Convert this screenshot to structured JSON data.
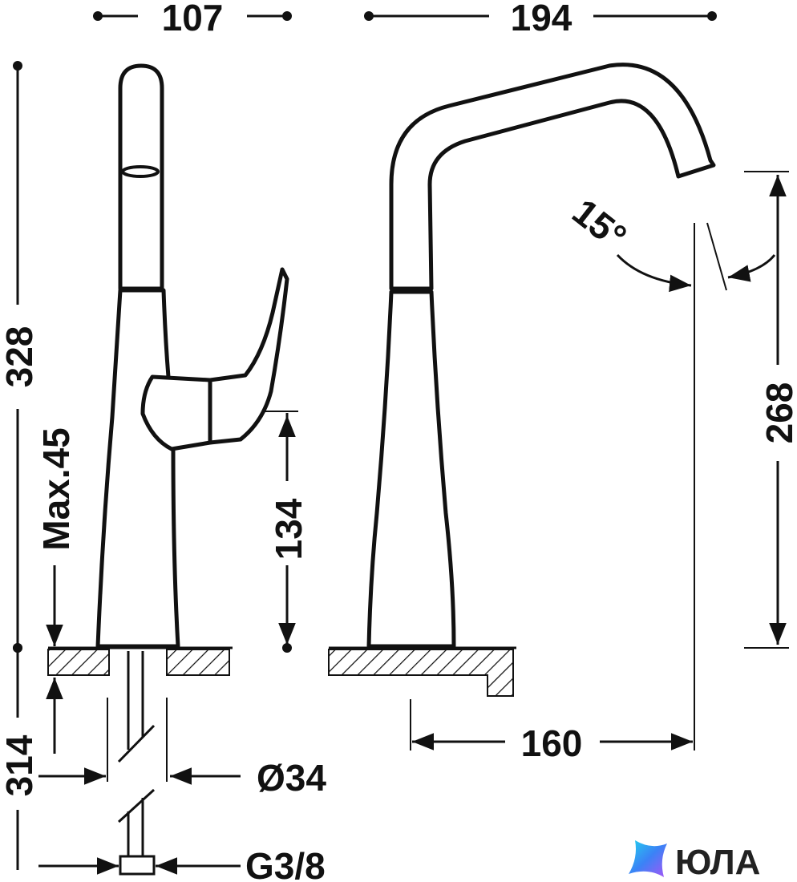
{
  "dimensions": {
    "width_side": "107",
    "width_front": "194",
    "total_height": "328",
    "max_deck": "Max.45",
    "lever_height": "134",
    "below_deck": "314",
    "angle": "15°",
    "spout_height": "268",
    "reach": "160",
    "hole_diameter": "Ø34",
    "thread": "G3/8"
  },
  "logo": {
    "text": "ЮЛА",
    "colors": [
      "#3b82f6",
      "#a855f7",
      "#22d3ee"
    ]
  }
}
